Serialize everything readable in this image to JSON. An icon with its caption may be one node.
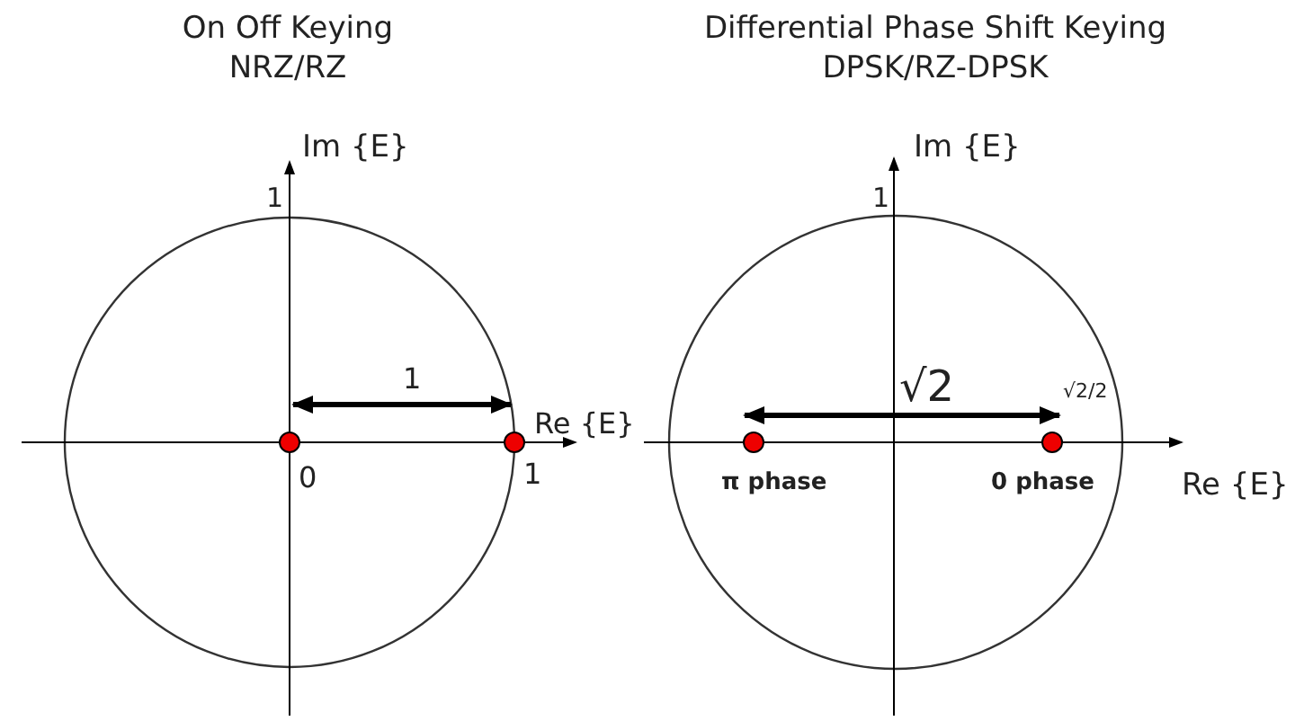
{
  "diagram": {
    "labels": [
      "On Off Keying",
      "NRZ/RZ",
      "Differential Phase Shift Keying",
      "DPSK/RZ-DPSK",
      "Im {E}",
      "1",
      "1",
      "Re {E}",
      "0",
      "1",
      "Im {E}",
      "1",
      "√2",
      "√2/2",
      "π phase",
      "0 phase",
      "Re {E}"
    ]
  }
}
